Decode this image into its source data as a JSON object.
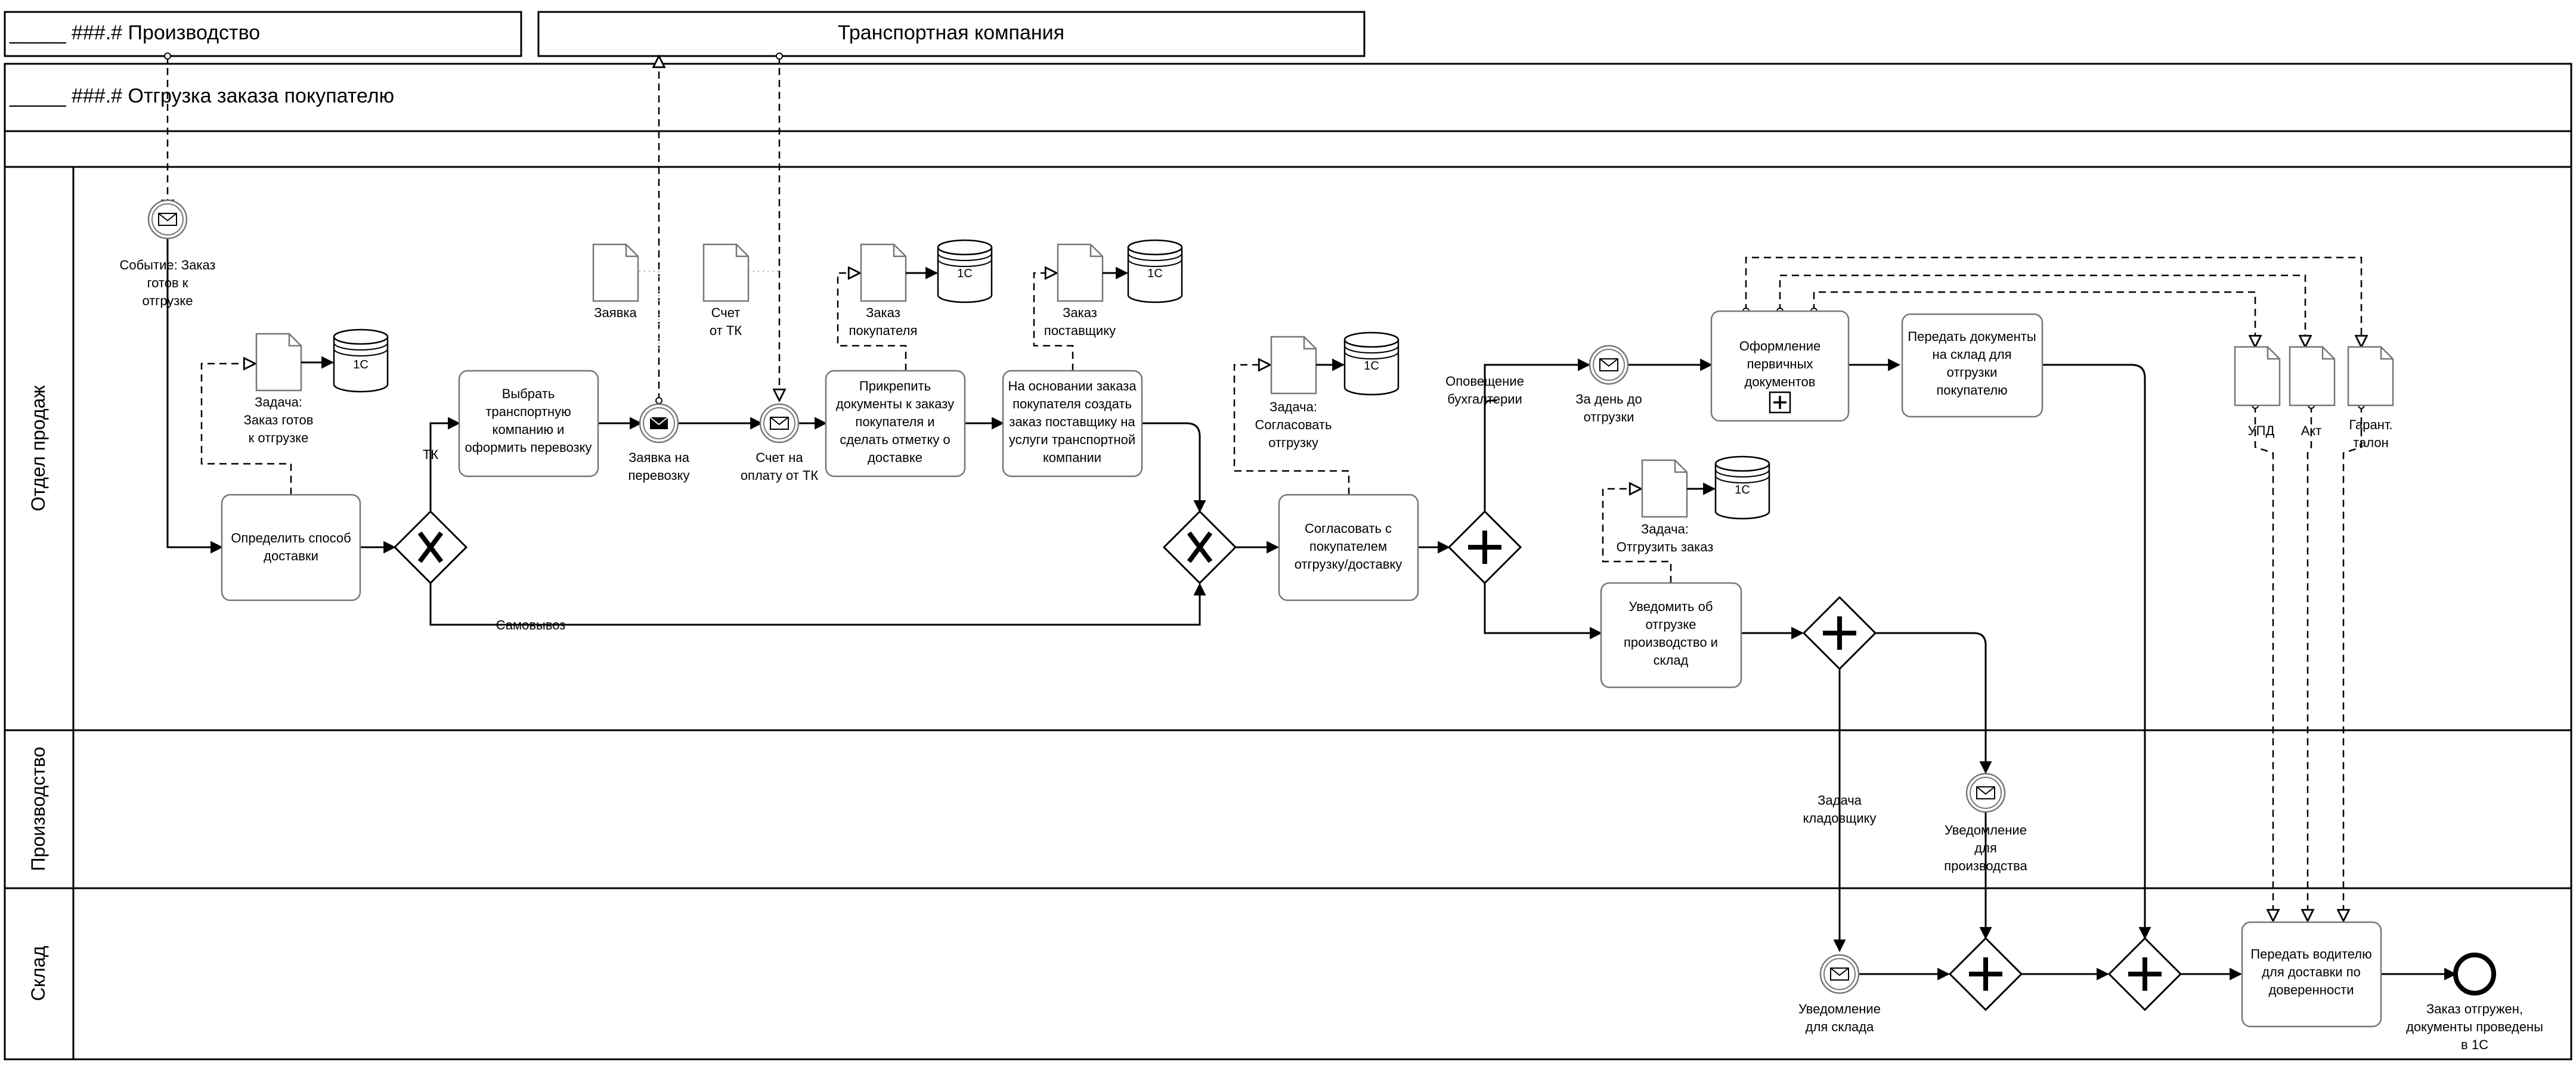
{
  "pools": {
    "production_collapsed": "_____ ###.# Производство",
    "transport_company": "Транспортная компания",
    "main_pool": "_____ ###.# Отгрузка заказа покупателю"
  },
  "lanes": {
    "sales": "Отдел продаж",
    "production": "Производство",
    "warehouse": "Склад"
  },
  "events": {
    "order_ready": [
      "Событие: Заказ",
      "готов к",
      "отгрузке"
    ],
    "request_transport": [
      "Заявка на",
      "перевозку"
    ],
    "invoice_tk": [
      "Счет на",
      "оплату от ТК"
    ],
    "day_before": [
      "За день до",
      "отгрузки"
    ],
    "notify_production": [
      "Уведомление",
      "для",
      "производства"
    ],
    "notify_warehouse": [
      "Уведомление",
      "для склада"
    ],
    "end_event": [
      "Заказ отгружен,",
      "документы проведены",
      "в 1С"
    ]
  },
  "tasks": {
    "determine_delivery": [
      "Определить способ",
      "доставки"
    ],
    "choose_tk": [
      "Выбрать",
      "транспортную",
      "компанию и",
      "оформить перевозку"
    ],
    "attach_docs": [
      "Прикрепить",
      "документы к заказу",
      "покупателя и",
      "сделать отметку о",
      "доставке"
    ],
    "create_supplier_order": [
      "На основании заказа",
      "покупателя создать",
      "заказ поставщику на",
      "услуги транспортной",
      "компании"
    ],
    "agree_customer": [
      "Согласовать с",
      "покупателем",
      "отгрузку/доставку"
    ],
    "primary_docs": [
      "Оформление",
      "первичных",
      "документов"
    ],
    "transfer_docs_warehouse": [
      "Передать документы",
      "на склад для",
      "отгрузки",
      "покупателю"
    ],
    "notify_shipment": [
      "Уведомить об",
      "отгрузке",
      "производство и",
      "склад"
    ],
    "transfer_driver": [
      "Передать водителю",
      "для доставки по",
      "доверенности"
    ]
  },
  "data_objects": {
    "task_ready": [
      "Задача:",
      "Заказ готов",
      "к отгрузке"
    ],
    "request_doc": [
      "Заявка"
    ],
    "invoice_doc": [
      "Счет",
      "от ТК"
    ],
    "customer_order": [
      "Заказ",
      "покупателя"
    ],
    "supplier_order": [
      "Заказ",
      "поставщику"
    ],
    "task_agree": [
      "Задача:",
      "Согласовать",
      "отгрузку"
    ],
    "task_ship": [
      "Задача:",
      "Отгрузить заказ"
    ],
    "upd": [
      "УПД"
    ],
    "act": [
      "Акт"
    ],
    "warranty": [
      "Гарант.",
      "талон"
    ]
  },
  "datastore_label": "1С",
  "flow_labels": {
    "tk": "ТК",
    "pickup": "Самовывоз",
    "notify_accounting": [
      "Оповещение",
      "бухгалтерии"
    ],
    "storekeeper_task": [
      "Задача",
      "кладовщику"
    ]
  }
}
